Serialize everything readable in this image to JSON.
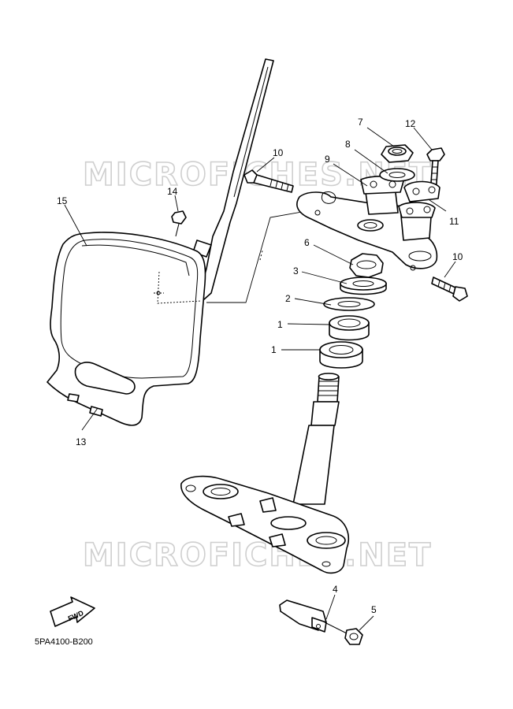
{
  "watermark": {
    "text": "MICROFICHES.NET"
  },
  "callouts": [
    "1",
    "1",
    "2",
    "3",
    "4",
    "5",
    "6",
    "7",
    "8",
    "9",
    "10",
    "10",
    "11",
    "12",
    "13",
    "14",
    "15"
  ],
  "fwd_label": "FWD",
  "diagram_code": "5PA4100-B200"
}
